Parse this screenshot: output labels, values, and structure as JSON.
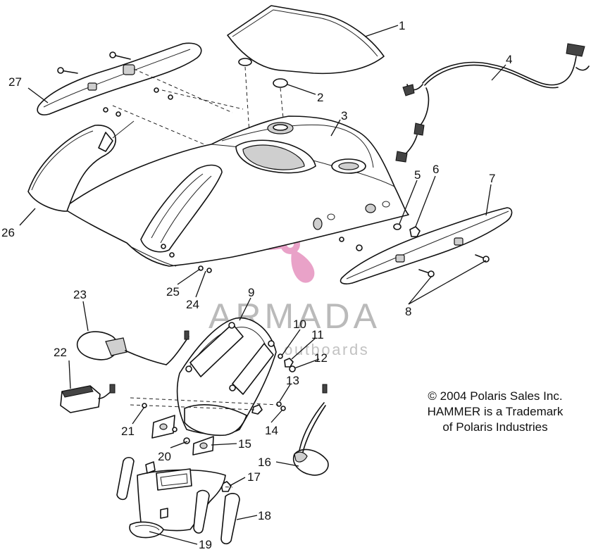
{
  "callouts": [
    "1",
    "2",
    "3",
    "4",
    "5",
    "6",
    "7",
    "8",
    "9",
    "10",
    "11",
    "12",
    "13",
    "14",
    "15",
    "16",
    "17",
    "18",
    "19",
    "20",
    "21",
    "22",
    "23",
    "24",
    "25",
    "26",
    "27"
  ],
  "copyright": {
    "line1": "© 2004 Polaris Sales Inc.",
    "line2": "HAMMER is a Trademark",
    "line3": "of Polaris Industries"
  },
  "watermark": {
    "brand": "ARMADA",
    "tagline": "marine outboards",
    "logo_icon": "propeller-icon",
    "color": "#e9a2c8"
  }
}
